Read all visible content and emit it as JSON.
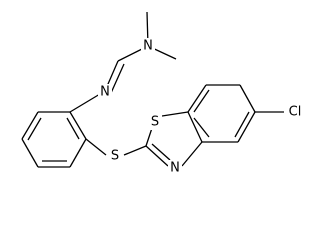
{
  "structure": {
    "atoms": {
      "n_amine": "N",
      "n_imine": "N",
      "s_thioether": "S",
      "s_thiazole": "S",
      "n_thiazole": "N",
      "cl": "Cl"
    }
  }
}
